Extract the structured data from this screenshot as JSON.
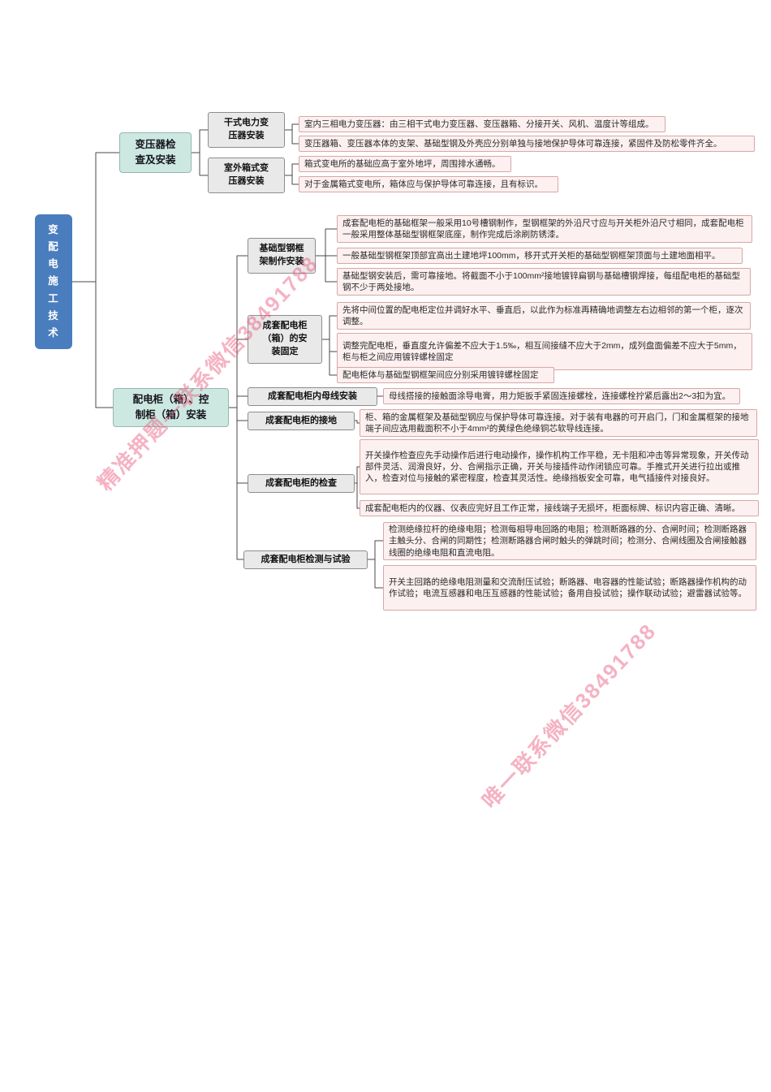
{
  "root": {
    "label": "变\n配\n电\n施\n工\n技\n术"
  },
  "branches": [
    {
      "label": "变压器检\n查及安装",
      "subs": [
        {
          "label": "干式电力变\n压器安装",
          "leaves": [
            "室内三相电力变压器：由三相干式电力变压器、变压器箱、分接开关、风机、温度计等组成。",
            "变压器箱、变压器本体的支架、基础型钢及外壳应分别单独与接地保护导体可靠连接，紧固件及防松零件齐全。"
          ]
        },
        {
          "label": "室外箱式变\n压器安装",
          "leaves": [
            "箱式变电所的基础应高于室外地坪，周围排水通畅。",
            "对于金属箱式变电所，箱体应与保护导体可靠连接，且有标识。"
          ]
        }
      ]
    },
    {
      "label": "配电柜（箱）、控\n制柜（箱）安装",
      "subs": [
        {
          "label": "基础型钢框\n架制作安装",
          "leaves": [
            "成套配电柜的基础框架一般采用10号槽钢制作，型钢框架的外沿尺寸应与开关柜外沿尺寸相同，成套配电柜一般采用整体基础型钢框架底座，制作完成后涂刷防锈漆。",
            "一般基础型钢框架顶部宜高出土建地坪100mm，移开式开关柜的基础型钢框架顶面与土建地面相平。",
            "基础型钢安装后，需可靠接地。将截面不小于100mm²接地镀锌扁钢与基础槽钢焊接，每组配电柜的基础型钢不少于两处接地。"
          ]
        },
        {
          "label": "成套配电柜\n（箱）的安\n装固定",
          "leaves": [
            "先将中间位置的配电柜定位并调好水平、垂直后，以此作为标准再精确地调整左右边相邻的第一个柜，逐次调整。",
            "调整完配电柜，垂直度允许偏差不应大于1.5‰，相互间接缝不应大于2mm，成列盘面偏差不应大于5mm，柜与柜之间应用镀锌螺栓固定",
            "配电柜体与基础型钢框架间应分别采用镀锌螺栓固定"
          ]
        },
        {
          "label": "成套配电柜内母线安装",
          "leaves": [
            "母线搭接的接触面涂导电膏，用力矩扳手紧固连接螺栓，连接螺栓拧紧后露出2～3扣为宜。"
          ]
        },
        {
          "label": "成套配电柜的接地",
          "leaves": [
            "柜、箱的金属框架及基础型钢应与保护导体可靠连接。对于装有电器的可开启门，门和金属框架的接地端子间应选用截面积不小于4mm²的黄绿色绝缘铜芯软导线连接。"
          ]
        },
        {
          "label": "成套配电柜的检查",
          "leaves": [
            "开关操作检查应先手动操作后进行电动操作，操作机构工作平稳，无卡阻和冲击等异常现象，开关传动部件灵活、润滑良好，分、合闸指示正确，开关与接插件动作闭锁应可靠。手推式开关进行拉出或推入，检查对位与接触的紧密程度，检查其灵活性。绝缘挡板安全可靠，电气插接件对接良好。",
            "成套配电柜内的仪器、仪表应完好且工作正常，接线端子无损坏，柜面标牌、标识内容正确、清晰。"
          ]
        },
        {
          "label": "成套配电柜检测与试验",
          "leaves": [
            "检测绝缘拉杆的绝缘电阻；检测每相导电回路的电阻；检测断路器的分、合闸时间；检测断路器主触头分、合闸的同期性；检测断路器合闸时触头的弹跳时间；检测分、合闸线圈及合闸接触器线圈的绝缘电阻和直流电阻。",
            "开关主回路的绝缘电阻测量和交流耐压试验；断路器、电容器的性能试验；断路器操作机构的动作试验；电流互感器和电压互感器的性能试验；备用自投试验；操作联动试验；避雷器试验等。"
          ]
        }
      ]
    }
  ],
  "watermarks": {
    "diagonal_top": "精准押题—联系微信38491788",
    "diagonal_bottom": "唯一联系微信38491788"
  },
  "colors": {
    "root_bg": "#4a7dbe",
    "branch_bg": "#cde8e1",
    "sub_bg": "#e9e9e9",
    "leaf_bg": "#fdf0f0",
    "leaf_border": "#d8a7a7",
    "connector": "#4a4a4a",
    "watermark": "#eb5f82"
  }
}
